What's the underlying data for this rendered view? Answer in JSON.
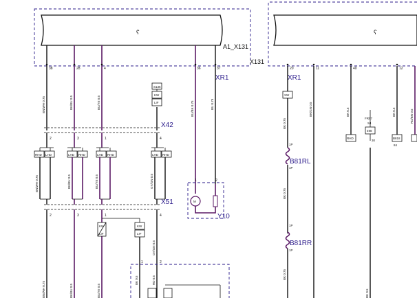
{
  "modules": {
    "left_name": "A1_X131",
    "connector": "X131",
    "left_symbol": "ʕ",
    "right_symbol": "ʕ"
  },
  "connectors": {
    "xr1_left": "XR1",
    "xr1_right": "XR1",
    "x42": "X42",
    "x51": "X51"
  },
  "pins_left": [
    "38",
    "28",
    "4",
    "36",
    "37"
  ],
  "pins_right": [
    "20",
    "11",
    "40",
    "12"
  ],
  "pins_x42": [
    "2",
    "3",
    "1",
    "4"
  ],
  "pins_x51": [
    "2",
    "3",
    "1",
    "4"
  ],
  "pins_x51_bottom": [
    "1",
    "2"
  ],
  "y10_pins": [
    "1",
    "2"
  ],
  "components": {
    "y10": "Y10",
    "y10_motor": "M",
    "b81rl": "B81RL",
    "b81rr": "B81RR",
    "b81_pin_top": "1P",
    "b81_pin_bottom": "1P"
  },
  "wire_labels": {
    "w1": "BN/WH 0.75",
    "w2": "BK/BU 0.5",
    "w3": "BU/YE 0.5",
    "w4": "BU/BK 0.75",
    "w5": "BU 0.75",
    "x42w1": "BN/WH 0.75",
    "x42w2": "BK/BU 0.5",
    "x42w3": "BU/YE 0.5",
    "x42w4": "GY/GN 0.5",
    "x51w1": "BN/WH 0.75",
    "x51w2": "BK/BU 0.5",
    "x51w3": "BU/YE 0.5",
    "x51w4": "GY/GN 0.5",
    "bot1": "BK 0.5",
    "bot2": "RD 0.5",
    "r1": "BK 0.75",
    "r2": "BK/GN 0.5",
    "r3": "BK 0.5",
    "r4": "BK 0.5",
    "r5": "RD/BN 0.5",
    "r6": "BK 0.75",
    "r7": "BK 0.75"
  },
  "small_boxes": {
    "s136": "S136",
    "kw": "KW",
    "lf": "LIF",
    "kw2": "KW",
    "lf2": "LIF",
    "rhd": "RHD",
    "lhd": "LHD",
    "xw": "XW",
    "rhd_right": "RHD",
    "fr57": "FR57",
    "s4": "S4",
    "v498": "498",
    "v30": "30",
    "b818": "B818",
    "b84": "84"
  }
}
